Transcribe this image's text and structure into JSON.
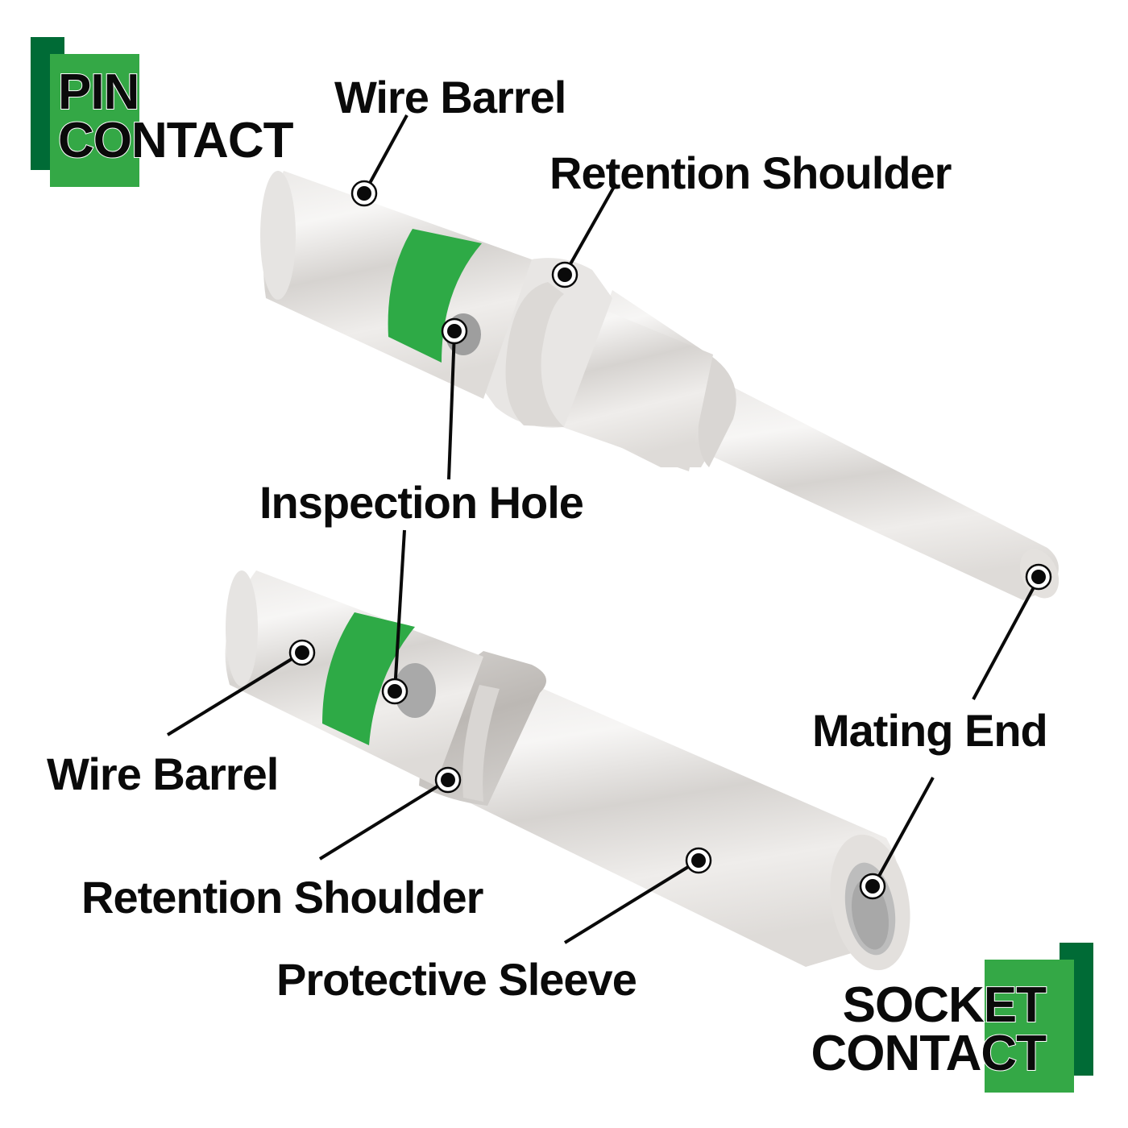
{
  "colors": {
    "brand_green_light": "#34a846",
    "brand_green_dark": "#006b36",
    "band_green": "#2eaa46",
    "metal_light": "#f2f0ee",
    "metal_mid": "#dcd9d6",
    "metal_dark": "#bdb9b5",
    "hole_gray": "#9e9e9e",
    "leader_black": "#0a0a0a"
  },
  "pin": {
    "title_line1": "PIN",
    "title_line2": "CONTACT",
    "labels": {
      "wire_barrel": "Wire Barrel",
      "retention_shoulder": "Retention Shoulder",
      "inspection_hole": "Inspection Hole",
      "mating_end": "Mating End"
    }
  },
  "socket": {
    "title_line1": "SOCKET",
    "title_line2": "CONTACT",
    "labels": {
      "wire_barrel": "Wire Barrel",
      "retention_shoulder": "Retention Shoulder",
      "protective_sleeve": "Protective Sleeve",
      "mating_end": "Mating End"
    }
  }
}
